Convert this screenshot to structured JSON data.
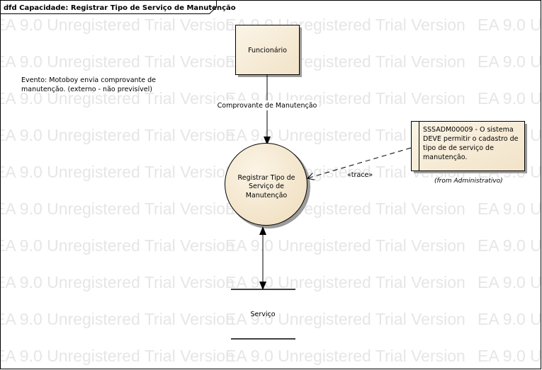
{
  "frame": {
    "title": "dfd Capacidade: Registrar Tipo de Serviço de Manutenção"
  },
  "watermark": {
    "text": "EA 9.0 Unregistered Trial Version"
  },
  "entity": {
    "label": "Funcionário"
  },
  "event_note": {
    "line1": "Evento: Motoboy envia comprovante de",
    "line2": "manutenção. (externo - não previsível)"
  },
  "flow_in": {
    "label": "Comprovante de Manutenção"
  },
  "process": {
    "line1": "Registrar Tipo de",
    "line2": "Serviço de",
    "line3": "Manutenção"
  },
  "requirement": {
    "line1": "SSSADM00009 - O sistema",
    "line2": "DEVE permitir o cadastro de",
    "line3": "tipo de de serviço de",
    "line4": "manutenção.",
    "origin": "(from Administrativo)"
  },
  "trace": {
    "label": "«trace»"
  },
  "datastore": {
    "label": "Serviço"
  },
  "colors": {
    "shape_fill": "#f7ecd8",
    "shape_shadow": "#9c9c9c",
    "watermark": "#e6e6e6",
    "line": "#000000"
  }
}
